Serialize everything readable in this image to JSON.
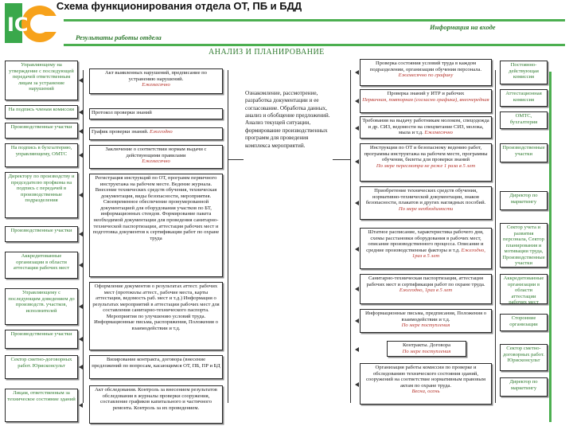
{
  "title": "Схема  функционирования отдела ОТ, ПБ и БДД",
  "logo_text": "IC",
  "results_label": "Результаты работы отдела",
  "input_label": "Информация на входе",
  "analysis_label": "АНАЛИЗ И ПЛАНИРОВАНИЕ",
  "left": [
    {
      "id": "l1",
      "text": "Управляющему на утверждение с последующей передачей ответственным лицам за устранение нарушений"
    },
    {
      "id": "l2",
      "text": "На подпись членам комиссии"
    },
    {
      "id": "l3",
      "text": "Производственные участки"
    },
    {
      "id": "l4",
      "text": "На подпись в бухгалтерию, управляющему, ОМТС"
    },
    {
      "id": "l5",
      "text": "Директору по производству и председателю профкома на подпись с передачей в производственные подразделения"
    },
    {
      "id": "l6",
      "text": "Производственные участки"
    },
    {
      "id": "l7",
      "text": "Аккредитованные организации в области аттестации рабочих мест"
    },
    {
      "id": "l8",
      "text": "Управляющему с последующим доведением до производств. участков, исполнителей"
    },
    {
      "id": "l9",
      "text": "Производственные участки"
    },
    {
      "id": "l10",
      "text": "Сектор сметно-договорных работ. Юрисконсульт"
    },
    {
      "id": "l11",
      "text": "Лицам, ответственным за техническое состояние зданий"
    }
  ],
  "mid": [
    {
      "id": "m1",
      "text": "Акт выявленных нарушений, предписание по устранению нарушений.",
      "em": "Ежемесячно"
    },
    {
      "id": "m2",
      "text": "Протокол проверки знаний",
      "em": ""
    },
    {
      "id": "m3",
      "text": "График проверки знаний.",
      "em": "Ежегодно"
    },
    {
      "id": "m4",
      "text": "Заключение о соответствии нормам выдачи с действующими правилами",
      "em": "Ежемесячно"
    },
    {
      "id": "m5",
      "text": "Регистрация инструкций по ОТ, программ первичного инструктажа на рабочем месте. Ведение журнала. Внесение технических средств обучения, техническая документация, виды безопасности, мероприятия. Своевременное обеспечение пронумерованной документацией для оборудования участков по БТ, информационных стендов. Формирование пакета необходимой документации для проведения санитарно-технической паспортизации, аттестация рабочих мест и подготовка документов к сертификации работ по охране труда",
      "em": ""
    },
    {
      "id": "m6",
      "text": "Оформление документов о результатах аттест. рабочих мест (протоколы аттест., рабочие места, карты аттестации, ведомость раб. мест и т.д.) Информация о результатах мероприятий в аттестации рабочих мест для составления санитарно-технического паспорта. Мероприятия по улучшению условий труда. Информационные письма, распоряжения, Положения о взаимодействии и т.д.",
      "em": ""
    },
    {
      "id": "m7",
      "text": "Визирование контракта, договора (внесение предложений по вопросам, касающимся ОТ, ПБ, ПР и БД",
      "em": ""
    },
    {
      "id": "m8",
      "text": "Акт обследования. Контроль за внесением результатов обследования в журналы проверки сооружения, составление графиков капитального и частичного ремонта. Контроль за их проведением.",
      "em": ""
    }
  ],
  "center": {
    "text": "Ознакомление, рассмотрение, разработка документации и ее согласование. Обработка данных, анализ и обобщение предложений. Анализ текущей ситуации, формирование производственных программ для проведения комплекса мероприятий."
  },
  "rightmid": [
    {
      "id": "r1",
      "text": "Проверка состояния условий труда в каждом подразделении, организации обучения персонала.",
      "em": "Ежемесячно по графику"
    },
    {
      "id": "r2",
      "text": "Проверка знаний у ИТР и рабочих",
      "em": "Первичная, повторная (согласно графика), внеочередная"
    },
    {
      "id": "r3",
      "text": "Требования на выдачу работникам молоком, спецодежда и др. СИЗ, ведомости на спецпитание СИЗ, молока, мыла и т.д.",
      "em": "Ежемесячно"
    },
    {
      "id": "r4",
      "text": "Инструкции по ОТ и безопасному ведению работ, программы инструктажа на рабочем месте, программы обучения, билеты для проверки знаний",
      "em": "По мере пересмотра не реже 1 раза в 5 лет"
    },
    {
      "id": "r5",
      "text": "Приобретение технических средств обучения, нормативно-технической документации, знаков безопасности, плакатов и других наглядных пособий.",
      "em": "По мере необходимости"
    },
    {
      "id": "r6",
      "text": "Штатное расписание, характеристика рабочего дня, схемы расстановки оборудования в рабочих мест, описание производственного процесса. Описание и средние производственные факторы и т.д.",
      "em": "Ежегодно, 1раз в 5 лет"
    },
    {
      "id": "r7",
      "text": "Санитарно-техническая паспортизация, аттестация рабочих мест и сертификация работ по охране труда.",
      "em": "Ежегодно, 1раз в 5 лет"
    },
    {
      "id": "r8",
      "text": "Информационные письма, предписания, Положения о взаимодействии и т.д.",
      "em": "По мере поступления"
    },
    {
      "id": "r9",
      "text": "Контракты. Договора",
      "em": "По мере поступления"
    },
    {
      "id": "r10",
      "text": "Организация работы комиссии по проверке и обследованию технического состояния зданий, сооружений на соответствие нормативным правовым актам по охране труда.",
      "em": "Весна, осень"
    }
  ],
  "farright": [
    {
      "id": "f1",
      "text": "Постоянно-действующая комиссия"
    },
    {
      "id": "f2",
      "text": "Аттестационная комиссия"
    },
    {
      "id": "f3",
      "text": "ОМТС, бухгалтерия"
    },
    {
      "id": "f4",
      "text": "Производственные участки"
    },
    {
      "id": "f5",
      "text": "Директор по маркетингу"
    },
    {
      "id": "f6",
      "text": "Сектор учета и развития персонала, Сектор планирования и мотивации труда, Производственные участки"
    },
    {
      "id": "f7",
      "text": "Аккредитованные организации в области аттестации рабочих мест"
    },
    {
      "id": "f8",
      "text": "Сторонние организации"
    },
    {
      "id": "f9",
      "text": "Сектор сметно-договорных работ. Юрисконсульт"
    },
    {
      "id": "f10",
      "text": "Директор по маркетингу"
    }
  ],
  "colors": {
    "green": "#4caf50",
    "accent": "#b5322a",
    "text_green": "#2f7a2f",
    "logo_orange": "#f7a21b",
    "logo_green": "#3aa84b"
  }
}
